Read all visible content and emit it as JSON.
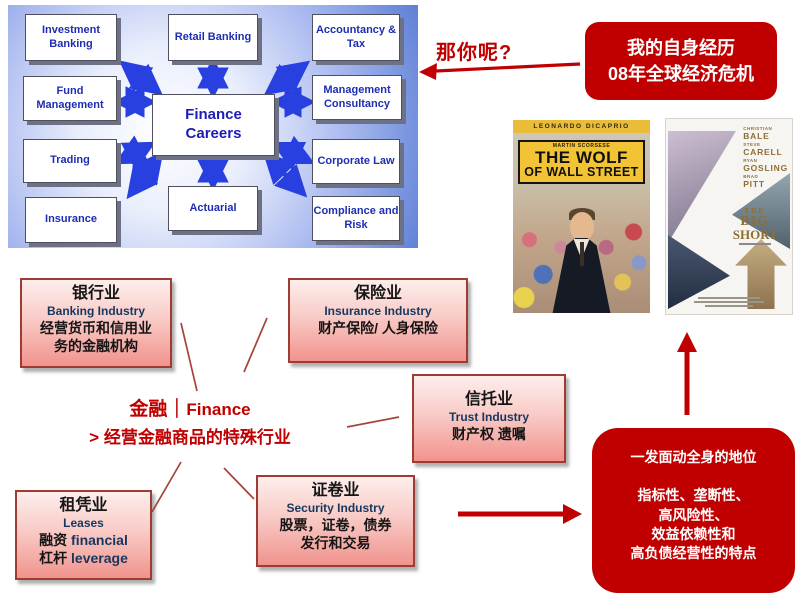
{
  "colors": {
    "accent_red": "#C00000",
    "navy_text": "#17375E",
    "diagram_arrow_blue": "#2840DF",
    "pink_box_border": "#9E3B33"
  },
  "diagram": {
    "center_label": "Finance Careers",
    "boxes": [
      {
        "label": "Investment Banking"
      },
      {
        "label": "Retail Banking"
      },
      {
        "label": "Accountancy & Tax"
      },
      {
        "label": "Fund Management"
      },
      {
        "label": "Management Consultancy"
      },
      {
        "label": "Trading"
      },
      {
        "label": "Corporate Law"
      },
      {
        "label": "Actuarial"
      },
      {
        "label": "Insurance"
      },
      {
        "label": "Compliance and Risk"
      }
    ]
  },
  "question": {
    "text": "那你呢?"
  },
  "experience_box": {
    "line1": "我的自身经历",
    "line2": "08年全球经济危机"
  },
  "posters": {
    "wolf": {
      "top_billing": "LEONARDO DICAPRIO",
      "credit": "MARTIN SCORSESE",
      "title_line1": "THE WOLF",
      "title_line2": "OF WALL STREET"
    },
    "big_short": {
      "cast": [
        {
          "first": "CHRISTIAN",
          "last": "BALE"
        },
        {
          "first": "STEVE",
          "last": "CARELL"
        },
        {
          "first": "RYAN",
          "last": "GOSLING"
        },
        {
          "first": "BRAD",
          "last": "PITT"
        }
      ],
      "title_word1": "THE",
      "title_word2": "BIG",
      "title_word3": "SHORT"
    }
  },
  "industries": {
    "banking": {
      "title": "银行业",
      "english": "Banking Industry",
      "body1": "经营货币和信用业",
      "body2": "务的金融机构"
    },
    "insurance": {
      "title": "保险业",
      "english": "Insurance Industry",
      "body1": "财产保险/ 人身保险"
    },
    "trust": {
      "title": "信托业",
      "english": "Trust Industry",
      "body1": "财产权 遗嘱"
    },
    "leases": {
      "title": "租凭业",
      "english": "Leases",
      "body1_zh": "融资",
      "body1_en": "financial",
      "body2_zh": "杠杆",
      "body2_en": "leverage"
    },
    "security": {
      "title": "证卷业",
      "english": "Security Industry",
      "body1": "股票，证卷，债券",
      "body2": "发行和交易"
    }
  },
  "center_statement": {
    "zh": "金融",
    "separator": "｜",
    "en": "Finance",
    "bullet": ">",
    "line2": "经营金融商品的特殊行业"
  },
  "conclusion_box": {
    "line1": "一发面动全身的地位",
    "line2": "指标性、垄断性、",
    "line3": "高风险性、",
    "line4": "效益依赖性和",
    "line5": "高负债经营性的特点"
  }
}
